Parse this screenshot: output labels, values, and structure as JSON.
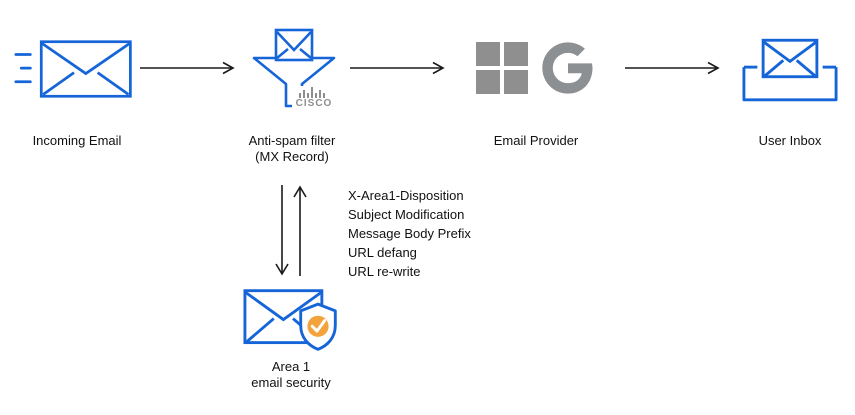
{
  "flow": {
    "nodes": {
      "incoming": {
        "label": "Incoming Email"
      },
      "antispam": {
        "label": "Anti-spam filter",
        "sublabel": "(MX Record)",
        "vendor": "CISCO"
      },
      "provider": {
        "label": "Email Provider"
      },
      "inbox": {
        "label": "User Inbox"
      }
    },
    "area1": {
      "name": "Area 1",
      "descriptor": "email security"
    },
    "modifications": {
      "lines": [
        "X-Area1-Disposition",
        "Subject Modification",
        "Message Body Prefix",
        "URL defang",
        "URL re-write"
      ]
    },
    "icons": {
      "incoming": "incoming-email-envelope-with-speed-lines",
      "antispam": "envelope-into-funnel",
      "vendor_logo": "cisco-logo",
      "provider_logos": [
        "microsoft-logo",
        "google-logo"
      ],
      "inbox": "envelope-in-tray",
      "area1": "envelope-with-shield-check"
    },
    "colors": {
      "icon_blue": "#1565d8",
      "vendor_gray": "#8e8e8e",
      "microsoft_gray": "#8f8f8f",
      "google_gray": "#8d9093",
      "shield_accent": "#f2a33c",
      "arrow": "#1a1a1a",
      "text": "#111111",
      "background": "#ffffff"
    }
  }
}
